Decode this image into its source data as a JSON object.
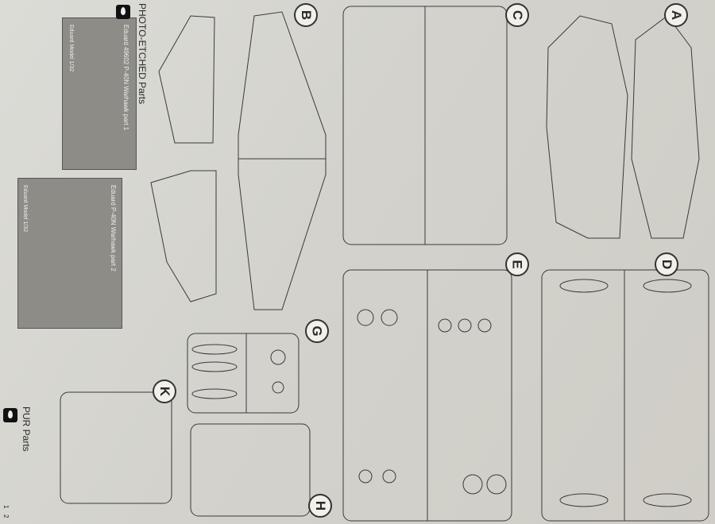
{
  "sections": {
    "photo_etched_title": "PHOTO-ETCHED Parts",
    "pur_title": "PUR Parts"
  },
  "fret1": {
    "label1": "Eduard 49602 P-40N Warhawk part 1",
    "label2": "Eduard Model 1/32"
  },
  "fret2": {
    "label1": "Eduard P-40N Warhawk part 2",
    "label2": "Eduard Model 1/32"
  },
  "sprue_letters": [
    "A",
    "B",
    "C",
    "D",
    "E",
    "G",
    "H",
    "K"
  ],
  "colors": {
    "paper": "#d6d5cf",
    "line": "#3a3a3a",
    "fret": "#8e8c86"
  },
  "page_numbers": [
    "1",
    "2"
  ]
}
